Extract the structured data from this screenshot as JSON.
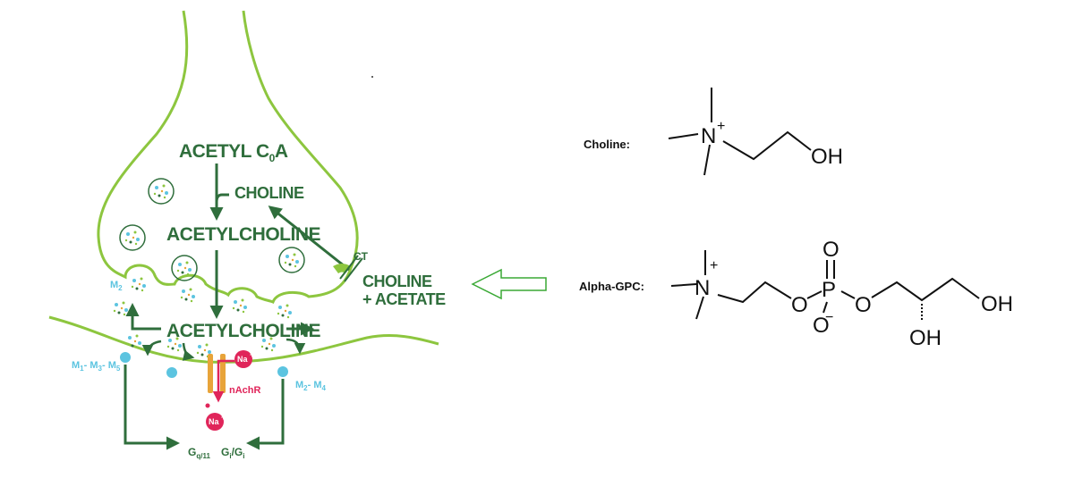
{
  "synapse": {
    "acetyl_coa": "ACETYL C",
    "acetyl_coa_sub": "0",
    "acetyl_coa_end": "A",
    "choline": "CHOLINE",
    "acetylcholine_inner": "ACETYLCHOLINE",
    "ct_label": "CT",
    "choline_acetate_1": "CHOLINE",
    "choline_acetate_2": "+ ACETATE",
    "acetylcholine_cleft": "ACETYLCHOLINE",
    "m2_label": "M",
    "m2_sub": "2",
    "m135_label": "M",
    "m135_sub1": "1",
    "m135_mid1": "- M",
    "m135_sub2": "3",
    "m135_mid2": "- M",
    "m135_sub3": "5",
    "m24_label": "M",
    "m24_sub1": "2",
    "m24_mid": "- M",
    "m24_sub2": "4",
    "na_top": "Na",
    "na_bottom": "Na",
    "nachr": "nAchR",
    "gq_label": "G",
    "gq_sub": "q/11",
    "gi_label": "G",
    "gi_sub1": "i",
    "gi_mid": "/G",
    "gi_sub2": "i"
  },
  "molecules": {
    "choline_label": "Choline:",
    "alpha_gpc_label": "Alpha-GPC:",
    "atoms": {
      "n": "N",
      "plus": "+",
      "oh": "OH",
      "o": "O",
      "p": "P",
      "minus": "−"
    }
  },
  "colors": {
    "membrane": "#8dc63f",
    "arrow": "#2f6e3c",
    "receptor": "#5cc4e0",
    "sodium": "#e0255a",
    "hollow_arrow": "#3aa935"
  }
}
